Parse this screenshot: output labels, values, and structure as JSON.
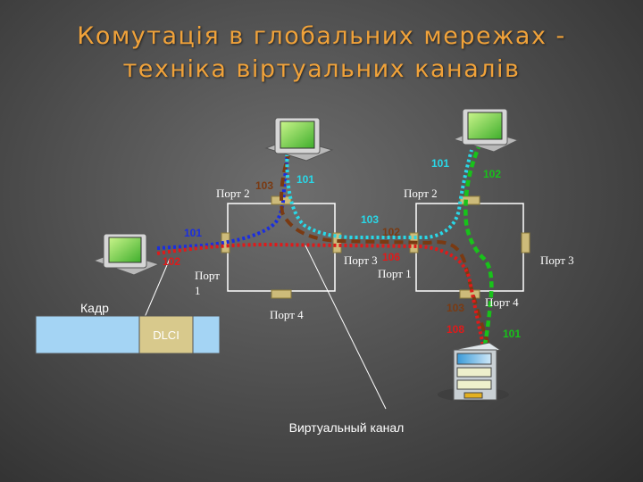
{
  "title": {
    "line1": "Комутація в глобальних мережах -",
    "line2": "техніка віртуальних каналів"
  },
  "colors": {
    "title": "#f0a23a",
    "blue": "#1a2ee0",
    "cyan": "#29d8e8",
    "red": "#e01a1a",
    "brown": "#7a3a12",
    "green": "#18c21a"
  },
  "ports": {
    "s1_p2": "Порт 2",
    "s1_p1_a": "Порт",
    "s1_p1_b": "1",
    "s1_p3": "Порт 3",
    "s1_p4": "Порт 4",
    "s2_p2": "Порт 2",
    "s2_p1": "Порт 1",
    "s2_p3": "Порт 3",
    "s2_p4": "Порт 4"
  },
  "dlci_labels": {
    "left_blue_101": "101",
    "left_red_102": "102",
    "top_brown_103": "103",
    "top_cyan_101": "101",
    "mid_cyan_103": "103",
    "mid_brown_102": "102",
    "mid_red_106": "106",
    "r_cyan_101": "101",
    "r_green_102": "102",
    "b_brown_103": "103",
    "b_red_108": "108",
    "b_green_101": "101"
  },
  "frame": {
    "caption": "Кадр",
    "field": "DLCI"
  },
  "virtual_channel_caption": "Виртуальный канал"
}
